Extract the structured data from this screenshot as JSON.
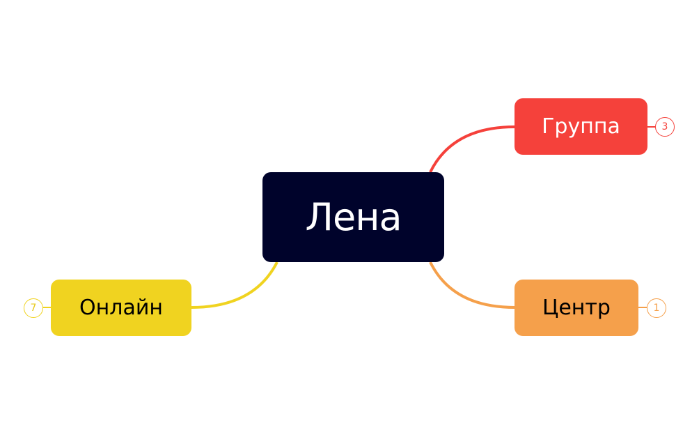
{
  "map": {
    "central_topic": {
      "label": "Лена",
      "color": "#00032b"
    },
    "branches": [
      {
        "label": "Группа",
        "count": "3",
        "color": "#f5413b",
        "side": "right"
      },
      {
        "label": "Центр",
        "count": "1",
        "color": "#f5a04b",
        "side": "right"
      },
      {
        "label": "Онлайн",
        "count": "7",
        "color": "#f0d320",
        "side": "left"
      }
    ]
  }
}
